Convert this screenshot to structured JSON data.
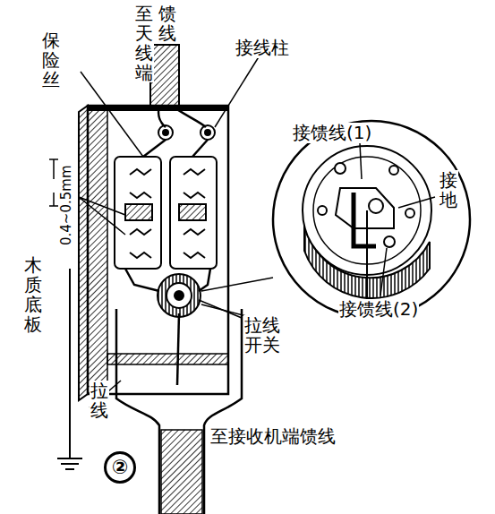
{
  "diagram": {
    "labels": [
      "至天线端",
      "馈线",
      "保险丝",
      "接线柱",
      "0.4~0.5mm",
      "木质底板",
      "接馈线(1)",
      "接地",
      "接馈线(2)",
      "拉线开关",
      "拉线",
      "至接收机端馈线",
      "②"
    ]
  }
}
